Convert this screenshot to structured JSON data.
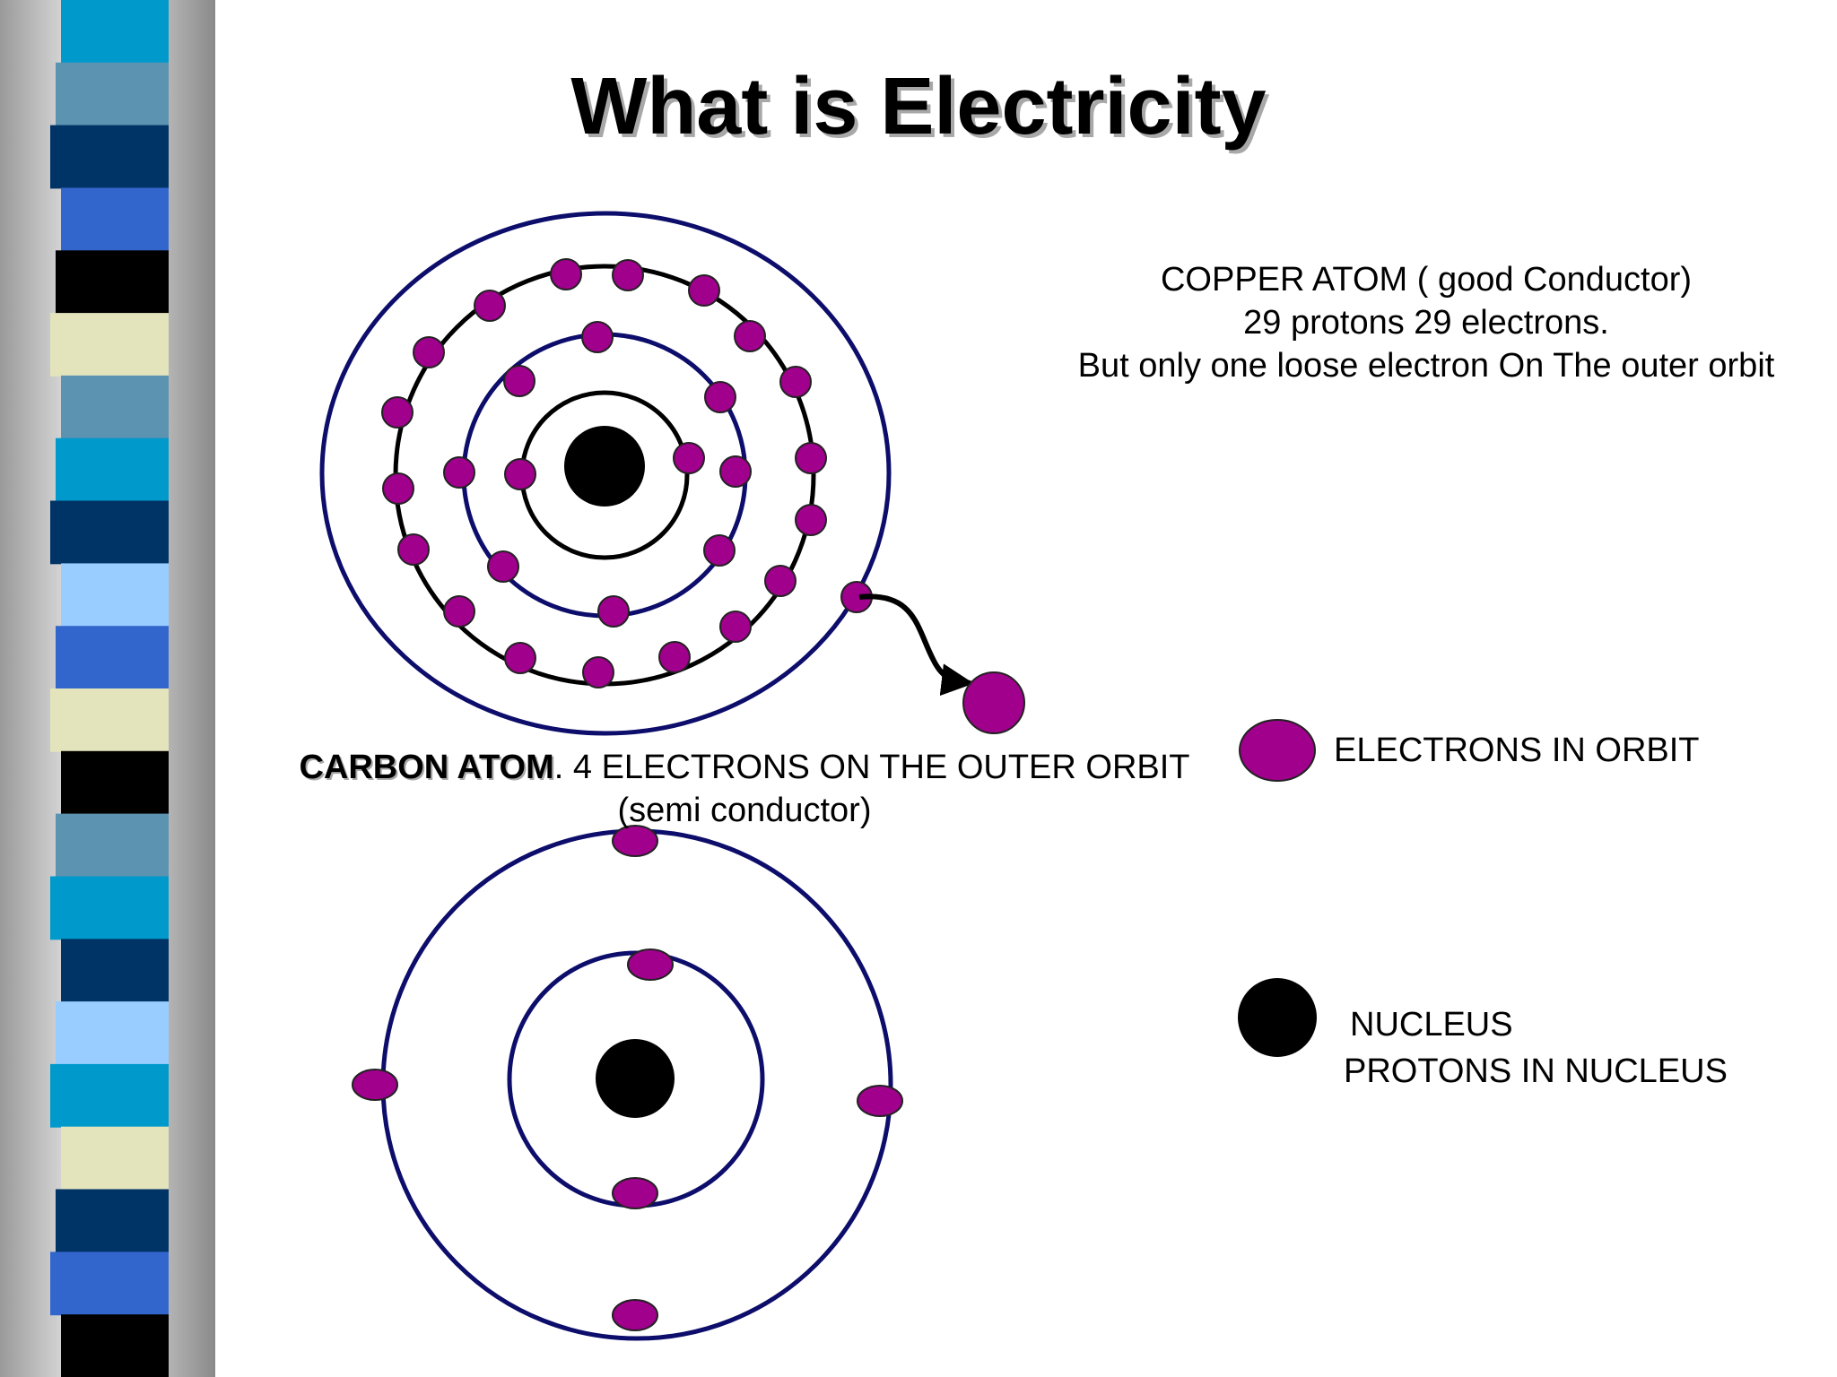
{
  "slide": {
    "title": "What is Electricity"
  },
  "copper": {
    "line1": "COPPER ATOM ( good Conductor)",
    "line2": "29 protons 29 electrons.",
    "line3": "But only one loose electron On The outer orbit"
  },
  "carbon": {
    "name": "CARBON ATOM",
    "line1_rest": ". 4 ELECTRONS ON THE OUTER ORBIT",
    "line2": "(semi conductor)"
  },
  "legend": {
    "electrons_label": "ELECTRONS IN ORBIT",
    "nucleus_label": "NUCLEUS",
    "protons_label": "PROTONS IN NUCLEUS"
  },
  "colors": {
    "electron_fill": "#a0008c",
    "nucleus_fill": "#000000",
    "orbit_dark": "#000000",
    "orbit_navy": "#0d0d6b",
    "stripe_palette": [
      "#0099cc",
      "#5b93b0",
      "#003366",
      "#3366cc",
      "#000000",
      "#e3e3bc",
      "#99ccff"
    ]
  },
  "stripe_sequence": [
    "#0099cc",
    "#5b93b0",
    "#003366",
    "#3366cc",
    "#000000",
    "#e3e3bc",
    "#5b93b0",
    "#0099cc",
    "#003366",
    "#99ccff",
    "#3366cc",
    "#e3e3bc",
    "#000000",
    "#5b93b0",
    "#0099cc",
    "#003366",
    "#99ccff",
    "#0099cc",
    "#e3e3bc",
    "#003366",
    "#3366cc",
    "#000000"
  ]
}
